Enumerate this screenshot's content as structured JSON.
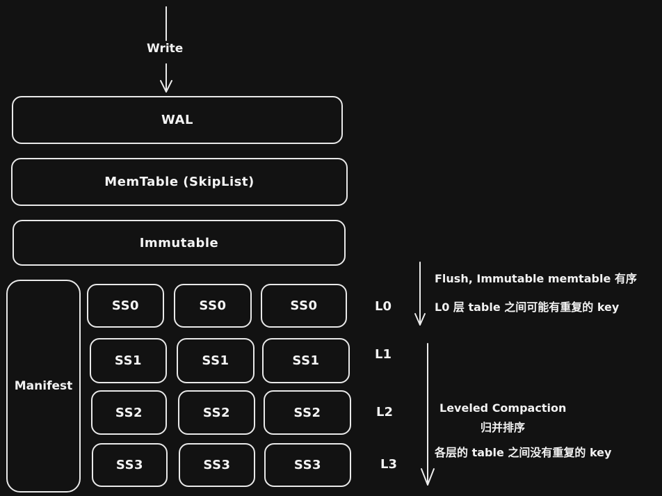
{
  "diagram": {
    "write_label": "Write",
    "memory": {
      "wal": "WAL",
      "memtable": "MemTable (SkipList)",
      "immutable": "Immutable"
    },
    "manifest": "Manifest",
    "levels": [
      {
        "label": "L0",
        "tables": [
          "SS0",
          "SS0",
          "SS0"
        ]
      },
      {
        "label": "L1",
        "tables": [
          "SS1",
          "SS1",
          "SS1"
        ]
      },
      {
        "label": "L2",
        "tables": [
          "SS2",
          "SS2",
          "SS2"
        ]
      },
      {
        "label": "L3",
        "tables": [
          "SS3",
          "SS3",
          "SS3"
        ]
      }
    ],
    "notes": {
      "flush": "Flush, Immutable memtable 有序",
      "l0_dup": "L0 层 table 之间可能有重复的 key",
      "compaction_title": "Leveled Compaction",
      "compaction_subtitle": "归并排序",
      "levels_nodup": "各层的 table 之间没有重复的 key"
    }
  }
}
